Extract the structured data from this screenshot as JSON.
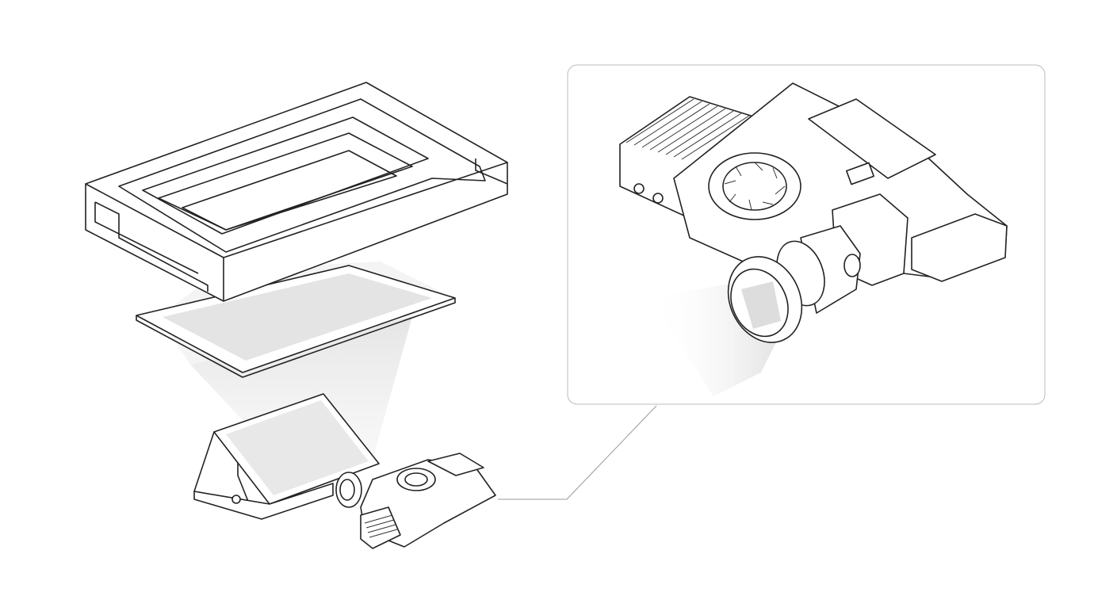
{
  "diagram": {
    "colors": {
      "line": "#222222",
      "callout_border": "#bbbbbb",
      "light_beam": "#e6e6e6",
      "background": "#ffffff"
    },
    "parts": [
      "tray",
      "screen-sheet",
      "light-beam",
      "mirror-stand",
      "projector-module",
      "callout-detail"
    ]
  }
}
